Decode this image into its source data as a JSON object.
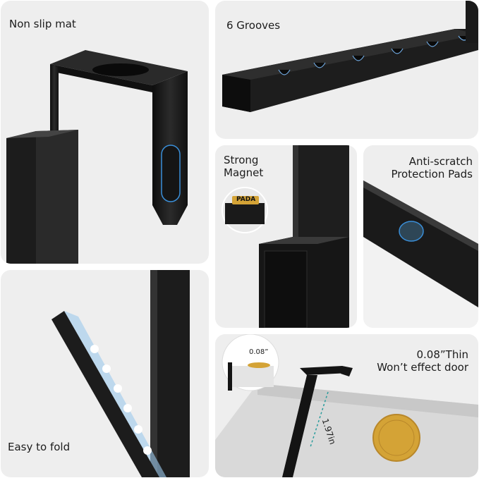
{
  "panels": {
    "non_slip": {
      "label": "Non slip mat"
    },
    "grooves": {
      "label": "6 Grooves"
    },
    "magnet": {
      "label_line1": "Strong",
      "label_line2": "Magnet",
      "badge": "PADA"
    },
    "pads": {
      "label_line1": "Anti-scratch",
      "label_line2": "Protection Pads"
    },
    "fold": {
      "label": "Easy to fold"
    },
    "thin": {
      "label_line1": "0.08”Thin",
      "label_line2": "Won’t effect door",
      "inset_label": "0.08”",
      "dimension": "1.97in"
    }
  },
  "colors": {
    "panel_bg": "#eeeeee",
    "metal": "#1a1a1a",
    "accent_blue": "#3a8fd9",
    "coin_gold": "#d4a336"
  }
}
